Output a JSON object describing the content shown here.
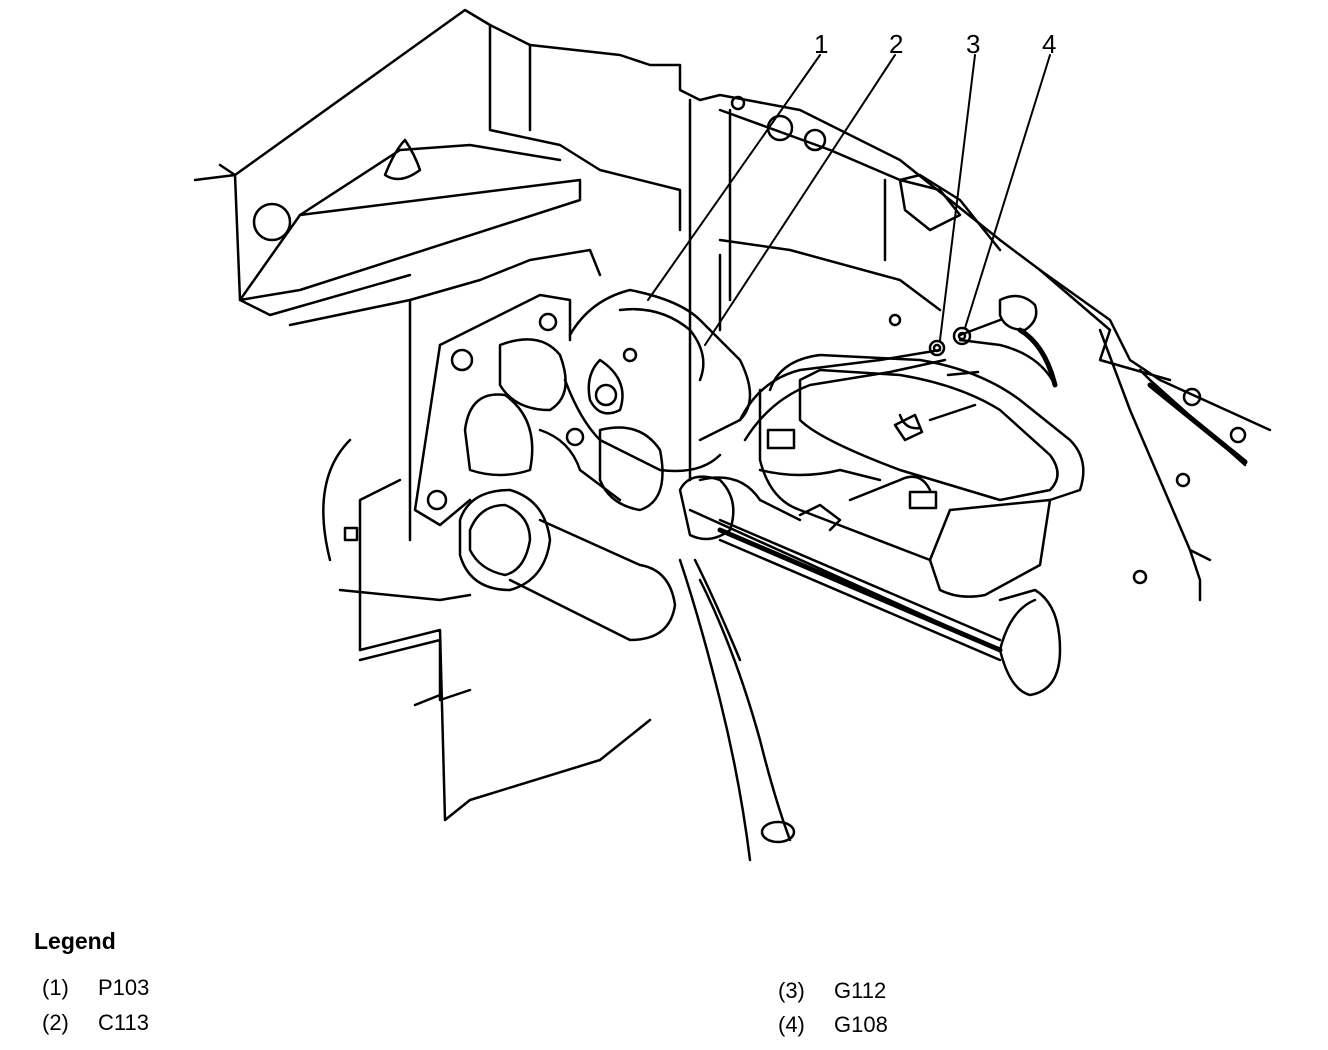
{
  "callouts": [
    "1",
    "2",
    "3",
    "4"
  ],
  "legend": {
    "title": "Legend",
    "items": [
      {
        "num": "(1)",
        "label": "P103"
      },
      {
        "num": "(2)",
        "label": "C113"
      },
      {
        "num": "(3)",
        "label": "G112"
      },
      {
        "num": "(4)",
        "label": "G108"
      }
    ]
  }
}
